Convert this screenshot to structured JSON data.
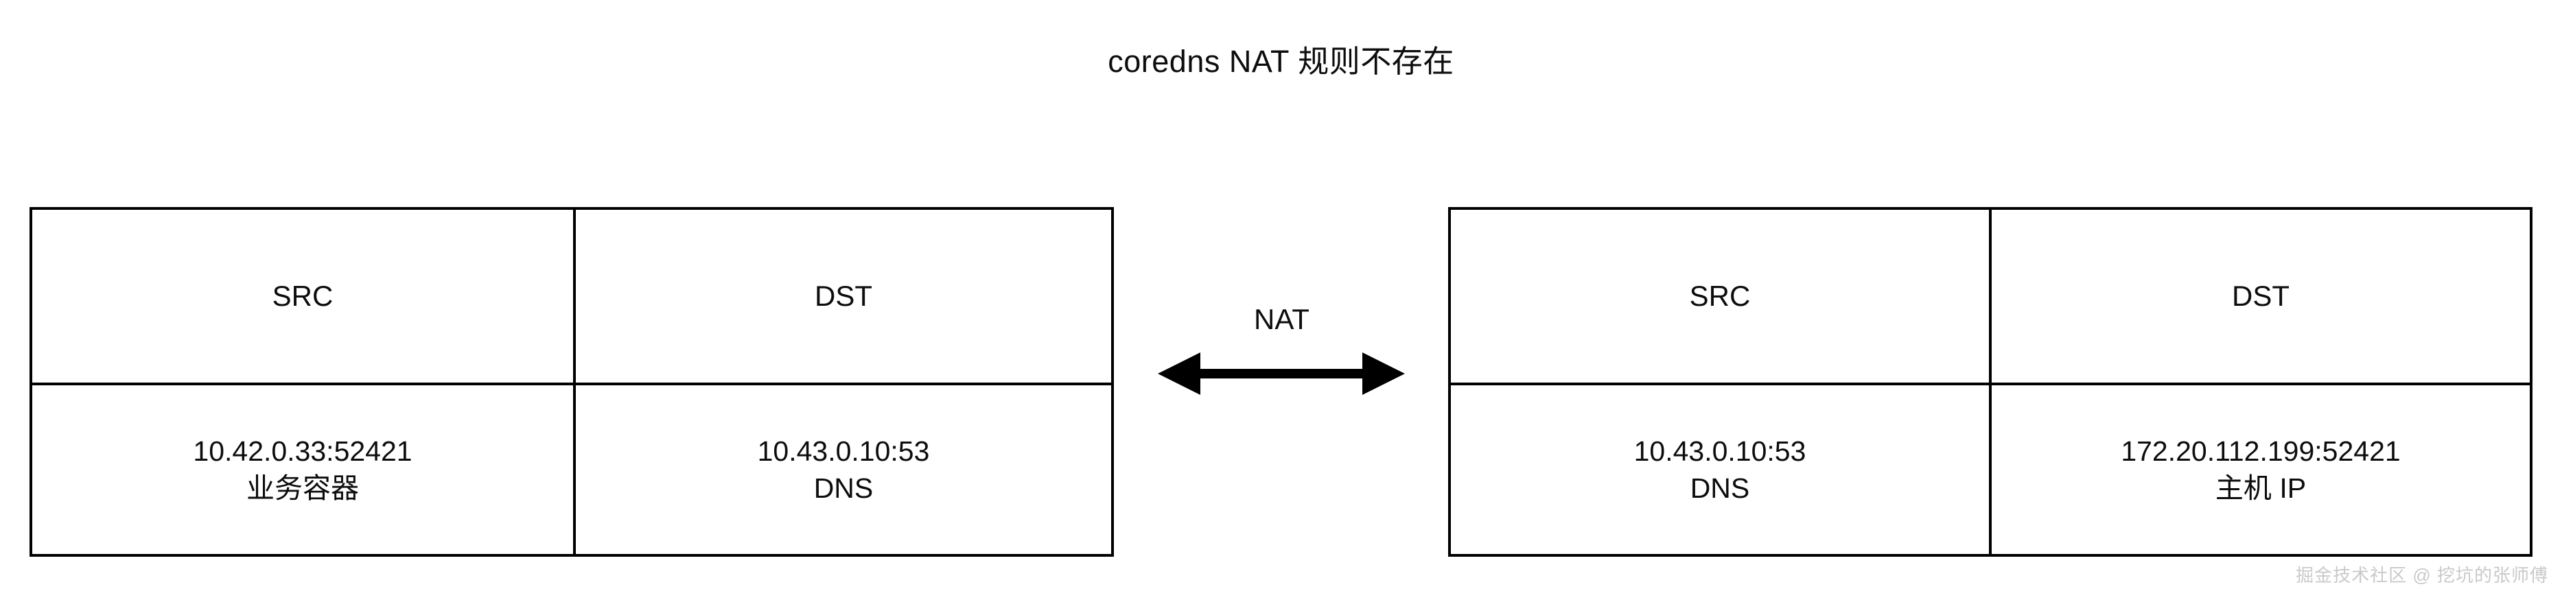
{
  "title": "coredns NAT 规则不存在",
  "connector": {
    "label": "NAT",
    "arrow_icon": "double-headed-arrow-icon"
  },
  "tables": {
    "left": {
      "name": "pre-nat-packet-table",
      "columns": [
        "SRC",
        "DST"
      ],
      "rows": [
        {
          "src_address": "10.42.0.33:52421",
          "src_role": "业务容器",
          "dst_address": "10.43.0.10:53",
          "dst_role": "DNS"
        }
      ]
    },
    "right": {
      "name": "post-nat-packet-table",
      "columns": [
        "SRC",
        "DST"
      ],
      "rows": [
        {
          "src_address": "10.43.0.10:53",
          "src_role": "DNS",
          "dst_address": "172.20.112.199:52421",
          "dst_role": "主机 IP"
        }
      ]
    }
  },
  "watermark": "掘金技术社区 @ 挖坑的张师傅",
  "colors": {
    "background": "#ffffff",
    "line": "#000000",
    "text": "#0d0d0d",
    "watermark": "#c9c9c9"
  }
}
